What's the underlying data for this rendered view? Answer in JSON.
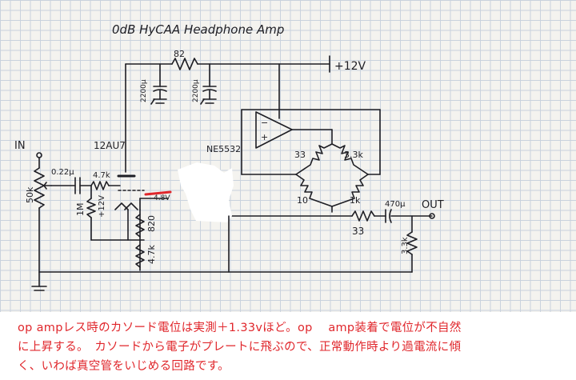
{
  "diagram": {
    "title": "0dB HyCAA   Headphone Amp",
    "labels": {
      "supply": "+12V",
      "input": "IN",
      "output": "OUT",
      "tube": "12AU7",
      "opamp": "NE5532",
      "pot": "50k",
      "coupling_cap": "0.22μ",
      "grid_resistor": "4.7k",
      "grid_bias_resistor": "1M",
      "grid_supply": "+12V",
      "feed_resistor": "82",
      "filter_cap_1": "2200μ",
      "filter_cap_2": "2200μ",
      "cathode_resistor": "820",
      "bottom_resistor": "4.7k",
      "voltage_note": "4.8V",
      "bridge_top_left": "33",
      "bridge_top_right": "3.3k",
      "bridge_bottom_left": "10",
      "bridge_bottom_right": "1k",
      "output_resistor": "33",
      "output_cap": "470μ",
      "load_resistor": "3.3k"
    },
    "colors": {
      "ink": "#1e1e24",
      "red_mark": "#e0262b",
      "grid": "#c9d2dd"
    }
  },
  "caption": {
    "line1": "op ampレス時のカソード電位は実測＋1.33vほど。op　 amp装着で電位が不自然",
    "line2": "に上昇する。　カソードから電子がプレートに飛ぶので、正常動作時より過電流に傾",
    "line3": "く、いわば真空管をいじめる回路です。",
    "color": "#e0262b"
  }
}
